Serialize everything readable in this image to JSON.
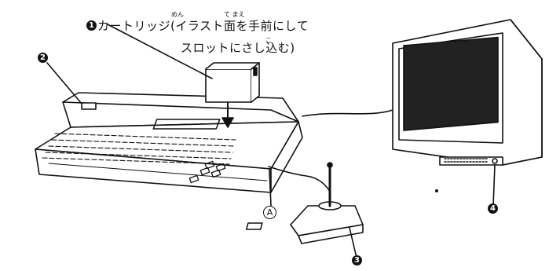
{
  "caption": {
    "line1": "カートリッジ(イラスト面を手前にして",
    "line2": "スロットにさし込む)",
    "ruby_men": "めん",
    "ruby_temae": "て まえ",
    "ruby_komu": "こ"
  },
  "markers": {
    "cartridge": "1",
    "power": "2",
    "joystick": "3",
    "monitor": "4",
    "port": "A"
  }
}
